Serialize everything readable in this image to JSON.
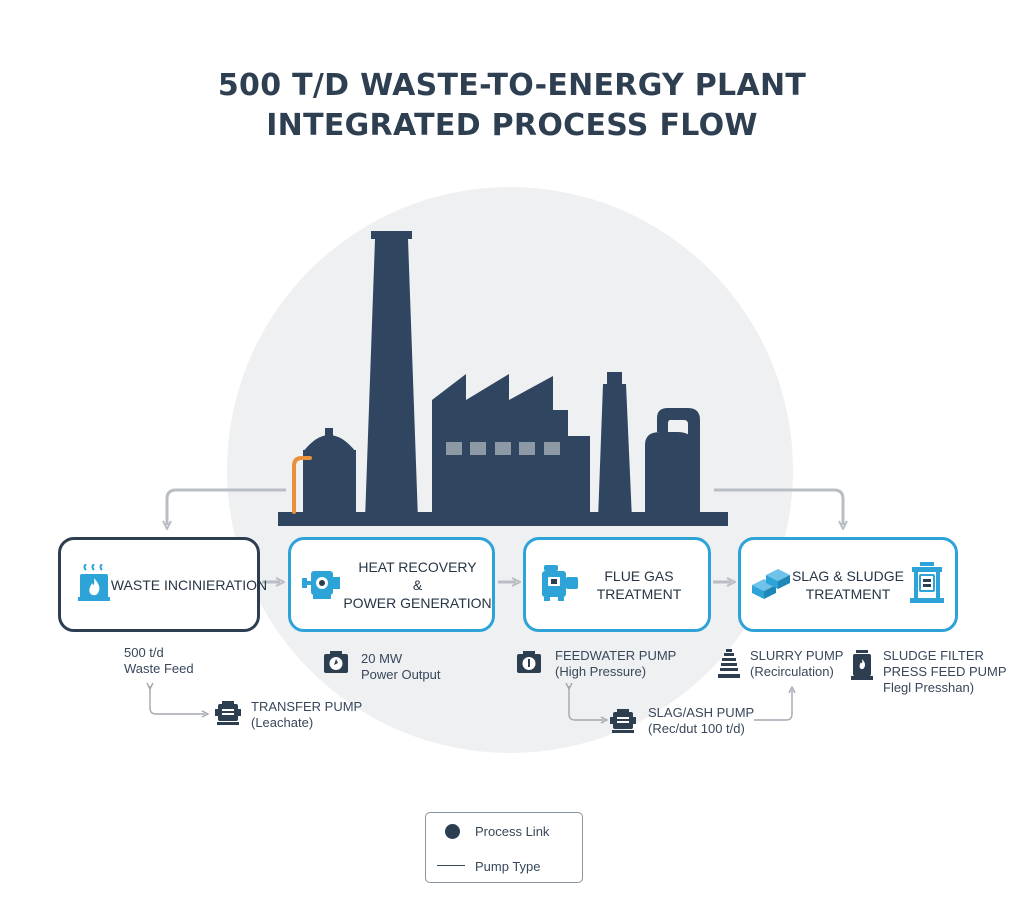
{
  "title": {
    "line1": "500 T/D WASTE-TO-ENERGY PLANT",
    "line2": "INTEGRATED PROCESS FLOW"
  },
  "colors": {
    "dark": "#2c3e50",
    "accent_blue": "#2ea3d8",
    "accent_orange": "#e8913a",
    "arrow_gray": "#b9bec4",
    "halo": "#eef0f2"
  },
  "stages": [
    {
      "label": [
        "WASTE INCINIERATION"
      ],
      "icon": "incinerator-flame-icon"
    },
    {
      "label": [
        "HEAT RECOVERY",
        "&",
        "POWER GENERATION"
      ],
      "icon": "turbine-icon"
    },
    {
      "label": [
        "FLUE GAS",
        "TREATMENT"
      ],
      "icon": "gas-scrubber-icon"
    },
    {
      "label": [
        "SLAG & SLUDGE",
        "TREATMENT"
      ],
      "left_icon": "slag-blocks-icon",
      "right_icon": "filter-press-icon"
    }
  ],
  "captions": {
    "waste_feed": [
      "500 t/d",
      "Waste Feed"
    ],
    "power_output": [
      "20 MW",
      "Power Output"
    ],
    "transfer_pump": [
      "TRANSFER PUMP",
      "(Leachate)"
    ],
    "feedwater_pump": [
      "FEEDWATER PUMP",
      "(High Pressure)"
    ],
    "slurry_pump": [
      "SLURRY PUMP",
      "(Recirculation)"
    ],
    "sludge_filter_pump": [
      "SLUDGE FILTER",
      "PRESS FEED PUMP",
      "Flegl Presshan)"
    ],
    "slag_ash_pump": [
      "SLAG/ASH PUMP",
      "(Rec/dut 100 t/d)"
    ]
  },
  "legend": {
    "process_link": "Process Link",
    "pump_type": "Pump Type"
  }
}
